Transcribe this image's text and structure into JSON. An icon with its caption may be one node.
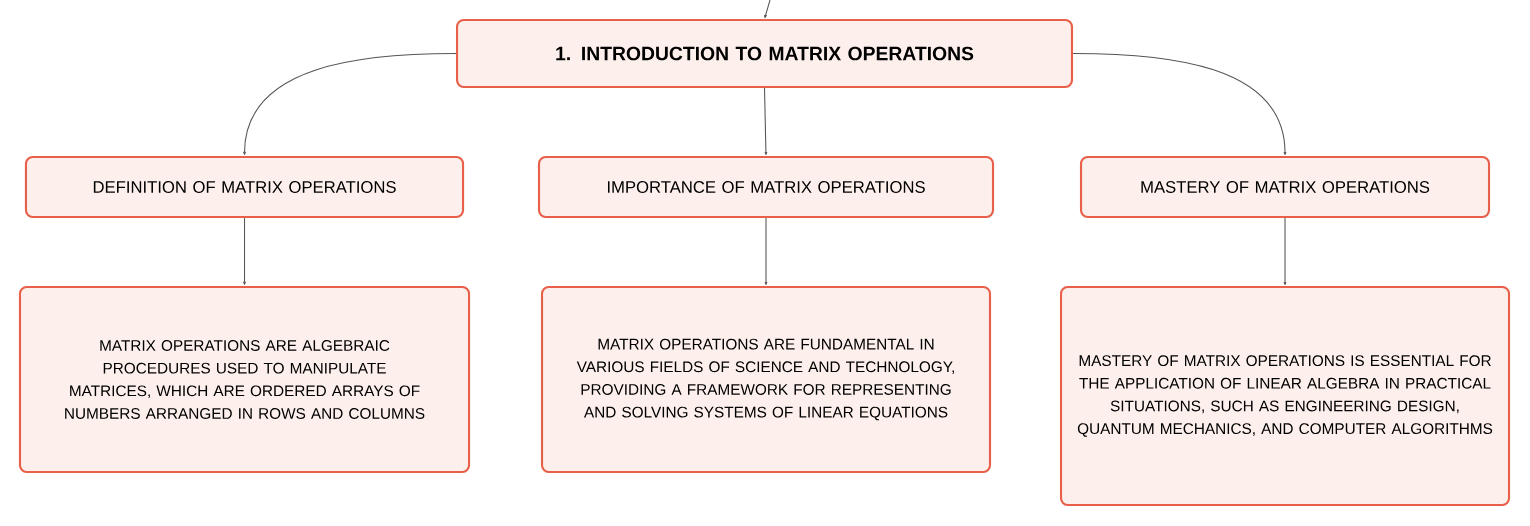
{
  "diagram": {
    "nodes": [
      {
        "text": [
          "1. INTRODUCTION TO MATRIX OPERATIONS"
        ]
      },
      {
        "text": [
          "DEFINITION OF MATRIX OPERATIONS"
        ]
      },
      {
        "text": [
          "IMPORTANCE OF MATRIX OPERATIONS"
        ]
      },
      {
        "text": [
          "MASTERY OF MATRIX OPERATIONS"
        ]
      },
      {
        "text": [
          "MATRIX OPERATIONS ARE ALGEBRAIC PROCEDURES USED TO MANIPULATE MATRICES, WHICH ARE ORDERED ARRAYS OF NUMBERS ARRANGED IN ROWS AND COLUMNS"
        ]
      },
      {
        "text": [
          "MATRIX OPERATIONS ARE FUNDAMENTAL IN VARIOUS FIELDS OF SCIENCE AND TECHNOLOGY, PROVIDING A FRAMEWORK FOR REPRESENTING AND SOLVING SYSTEMS OF LINEAR EQUATIONS"
        ]
      },
      {
        "text": [
          "MASTERY OF MATRIX OPERATIONS IS ESSENTIAL FOR THE APPLICATION OF LINEAR ALGEBRA IN PRACTICAL SITUATIONS, SUCH AS ENGINEERING DESIGN, QUANTUM MECHANICS, AND COMPUTER ALGORITHMS"
        ]
      }
    ],
    "edges": [
      {
        "from": null,
        "to": 0,
        "arrow": "to"
      },
      {
        "from": 0,
        "to": 1,
        "arrow": "to"
      },
      {
        "from": 0,
        "to": 2,
        "arrow": "to"
      },
      {
        "from": 0,
        "to": 3,
        "arrow": "to"
      },
      {
        "from": 1,
        "to": 4,
        "arrow": "to"
      },
      {
        "from": 2,
        "to": 5,
        "arrow": "to"
      },
      {
        "from": 3,
        "to": 6,
        "arrow": "to"
      }
    ]
  }
}
